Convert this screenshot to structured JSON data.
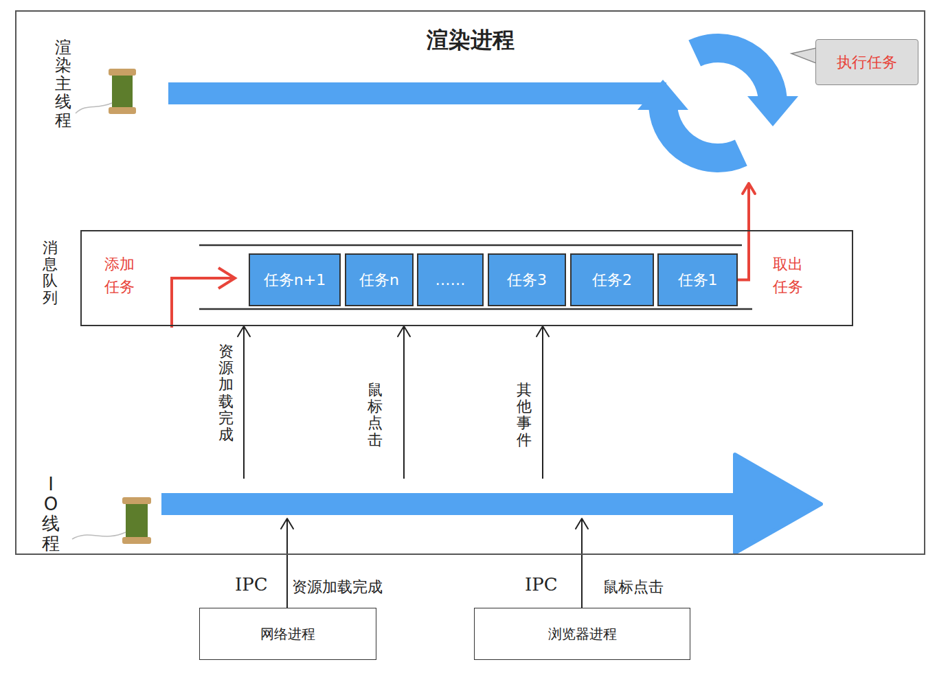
{
  "diagram": {
    "nodes": [
      {
        "text": [
          "渲染进程"
        ]
      },
      {
        "text": [
          "渲染主线程"
        ],
        "in": 0
      },
      {
        "text": [
          "执行任务"
        ],
        "in": 0
      },
      {
        "text": [
          "消息队列"
        ],
        "in": 0
      },
      {
        "text": [
          "任务n+1"
        ],
        "in": 3
      },
      {
        "text": [
          "任务n"
        ],
        "in": 3
      },
      {
        "text": [
          "……"
        ],
        "in": 3
      },
      {
        "text": [
          "任务3"
        ],
        "in": 3
      },
      {
        "text": [
          "任务2"
        ],
        "in": 3
      },
      {
        "text": [
          "任务1"
        ],
        "in": 3
      },
      {
        "text": [
          "IO线程"
        ],
        "in": 0
      },
      {
        "text": [
          "网络进程"
        ]
      },
      {
        "text": [
          "浏览器进程"
        ]
      }
    ],
    "edges": [
      {
        "from": 10,
        "to": 3,
        "label": "资源加载完成",
        "arrow": "to"
      },
      {
        "from": 10,
        "to": 3,
        "label": "鼠标点击",
        "arrow": "to"
      },
      {
        "from": 10,
        "to": 3,
        "label": "其他事件",
        "arrow": "to"
      },
      {
        "from": 11,
        "to": 10,
        "label": "IPC",
        "arrow": "to"
      },
      {
        "from": 12,
        "to": 10,
        "label": "IPC",
        "arrow": "to"
      },
      {
        "from": 9,
        "to": 1,
        "arrow": "to"
      }
    ],
    "labels": [
      "添加任务",
      "取出任务",
      "资源加载完成",
      "鼠标点击"
    ]
  }
}
